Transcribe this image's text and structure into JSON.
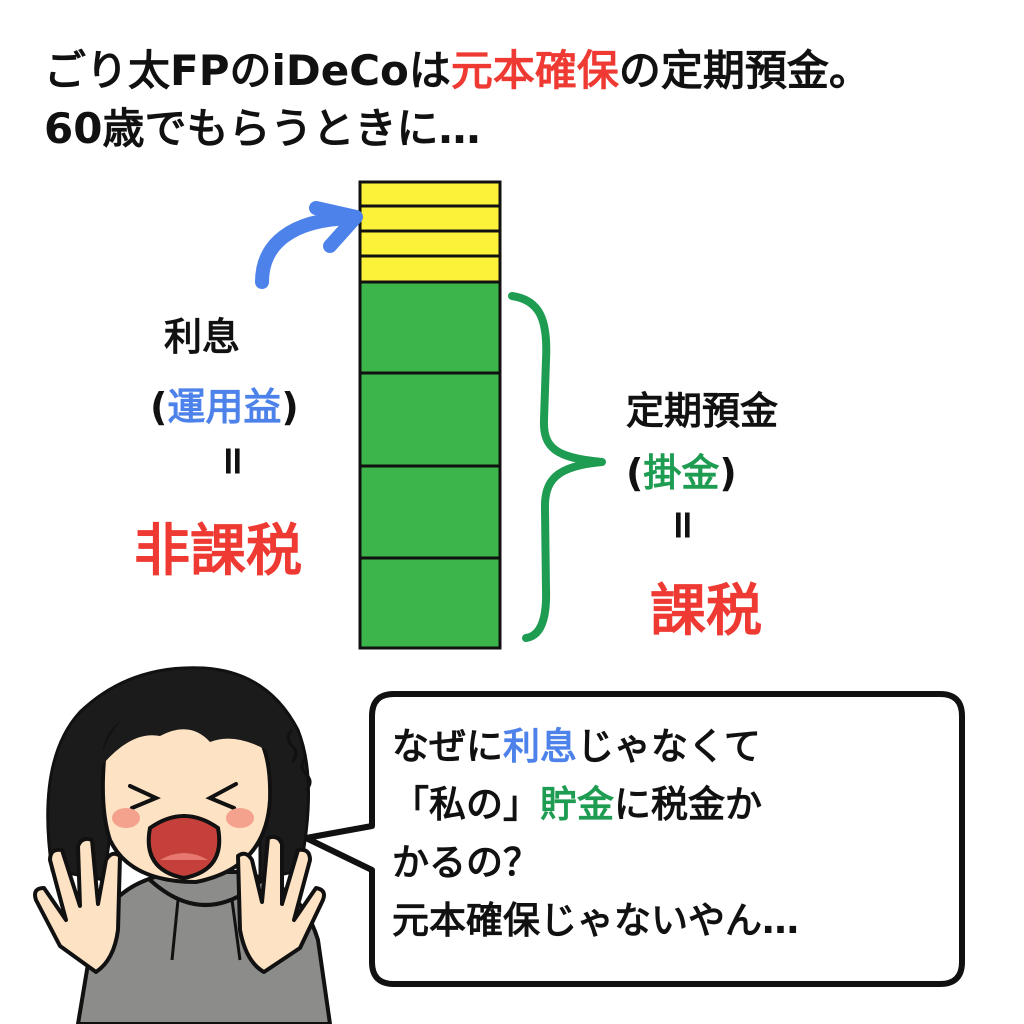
{
  "title": {
    "line1_pre": "ごり太FPのiDeCoは",
    "line1_highlight": "元本確保",
    "line1_post": "の定期預金。",
    "line2": "60歳でもらうときに…"
  },
  "left_label": {
    "line1": "利息",
    "open_paren": "(",
    "highlight": "運用益",
    "close_paren": ")",
    "equals": "=",
    "result": "非課税"
  },
  "right_label": {
    "line1": "定期預金",
    "open_paren": "(",
    "highlight": "掛金",
    "close_paren": ")",
    "equals": "=",
    "result": "課税"
  },
  "speech": {
    "l1_a": "なぜに",
    "l1_b": "利息",
    "l1_c": "じゃなくて",
    "l2_a": "「私の」",
    "l2_b": "貯金",
    "l2_c": "に税金か",
    "l3": "かるの？",
    "l4": "元本確保じゃないやん…"
  },
  "stack": {
    "interest_blocks": 4,
    "deposit_blocks": 4
  },
  "colors": {
    "accent_red": "#ee3a33",
    "accent_blue": "#4d82ea",
    "accent_green": "#1e9c52",
    "interest_fill": "#fdf23a",
    "deposit_fill": "#3cb54a"
  }
}
